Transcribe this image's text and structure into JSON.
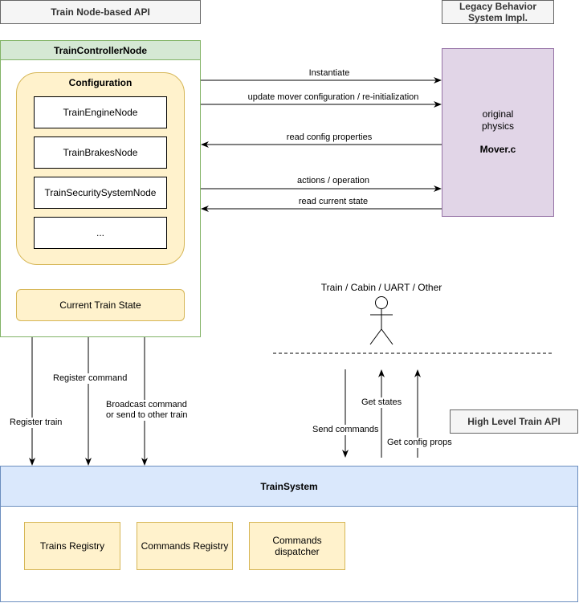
{
  "headers": {
    "node_api": "Train Node-based API",
    "legacy": "Legacy Behavior\nSystem Impl.",
    "high_level_api": "High Level Train API"
  },
  "controller": {
    "title": "TrainControllerNode",
    "configuration_title": "Configuration",
    "nodes": [
      "TrainEngineNode",
      "TrainBrakesNode",
      "TrainSecuritySystemNode",
      "..."
    ],
    "current_state": "Current Train State"
  },
  "mover": {
    "line1": "original",
    "line2": "physics",
    "file": "Mover.c"
  },
  "arrows": {
    "instantiate": "Instantiate",
    "update_config": "update mover configuration / re-initialization",
    "read_config": "read config properties",
    "actions": "actions / operation",
    "read_state": "read current state",
    "register_train": "Register train",
    "register_command": "Register command",
    "broadcast": "Broadcast command\nor send to other train",
    "send_commands": "Send commands",
    "get_states": "Get states",
    "get_config": "Get config props"
  },
  "actor": {
    "label": "Train / Cabin / UART / Other"
  },
  "train_system": {
    "title": "TrainSystem",
    "components": [
      "Trains Registry",
      "Commands Registry",
      "Commands\ndispatcher"
    ]
  },
  "colors": {
    "green_fill": "#d5e8d4",
    "green_border": "#82b366",
    "yellow_fill": "#fff2cc",
    "yellow_border": "#d6b656",
    "purple_fill": "#e1d5e7",
    "purple_border": "#9673a6",
    "blue_fill": "#dae8fc",
    "blue_border": "#6c8ebf"
  }
}
